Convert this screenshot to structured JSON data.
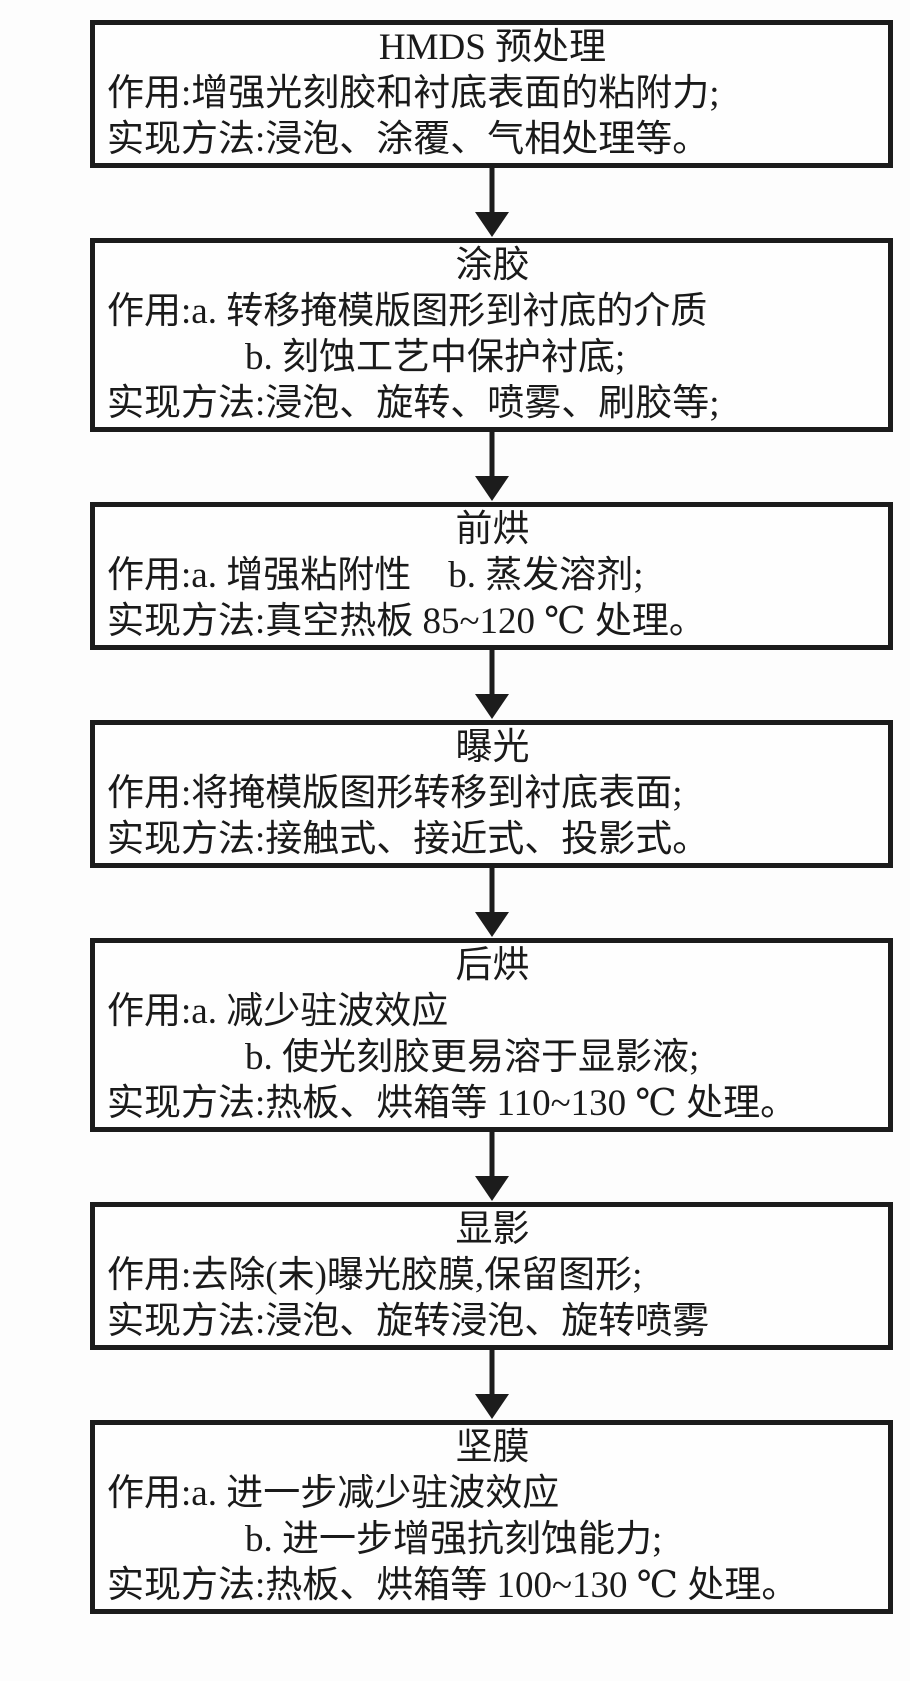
{
  "colors": {
    "ink": "#1c1c1c",
    "background": "#fdfdfd"
  },
  "steps": [
    {
      "title": "HMDS 预处理",
      "lines": [
        "作用:增强光刻胶和衬底表面的粘附力;",
        "实现方法:浸泡、涂覆、气相处理等。"
      ]
    },
    {
      "title": "涂胶",
      "lines": [
        "作用:a. 转移掩模版图形到衬底的介质",
        "b. 刻蚀工艺中保护衬底;",
        "实现方法:浸泡、旋转、喷雾、刷胶等;"
      ]
    },
    {
      "title": "前烘",
      "lines": [
        "作用:a. 增强粘附性    b. 蒸发溶剂;",
        "实现方法:真空热板 85~120 ℃ 处理。"
      ]
    },
    {
      "title": "曝光",
      "lines": [
        "作用:将掩模版图形转移到衬底表面;",
        "实现方法:接触式、接近式、投影式。"
      ]
    },
    {
      "title": "后烘",
      "lines": [
        "作用:a. 减少驻波效应",
        "b. 使光刻胶更易溶于显影液;",
        "实现方法:热板、烘箱等 110~130 ℃ 处理。"
      ]
    },
    {
      "title": "显影",
      "lines": [
        "作用:去除(未)曝光胶膜,保留图形;",
        "实现方法:浸泡、旋转浸泡、旋转喷雾"
      ]
    },
    {
      "title": "坚膜",
      "lines": [
        "作用:a. 进一步减少驻波效应",
        "b. 进一步增强抗刻蚀能力;",
        "实现方法:热板、烘箱等 100~130 ℃ 处理。"
      ]
    }
  ]
}
